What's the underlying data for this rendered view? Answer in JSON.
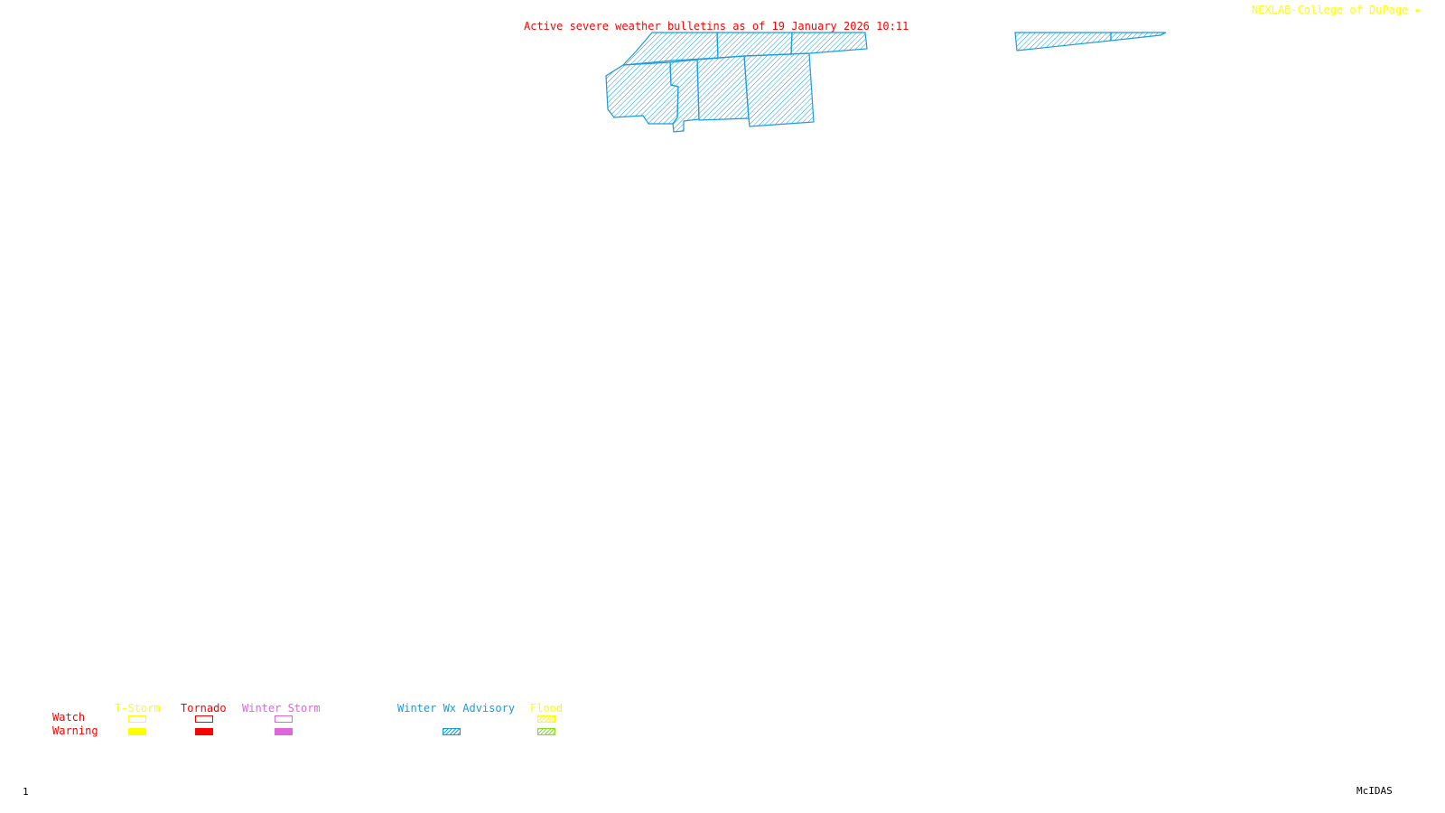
{
  "header": {
    "title": "Active severe weather bulletins as of 19 January 2026 10:11",
    "credit": "NEXLAB-College of DuPage"
  },
  "footer": {
    "frame_number": "1",
    "brand": "McIDAS"
  },
  "map": {
    "alert_shown": "Winter Wx Advisory",
    "alert_color": "#1a9be0"
  },
  "legend": {
    "row_labels": {
      "watch": "Watch",
      "warning": "Warning"
    },
    "row_label_color": "#ff0000",
    "categories": [
      {
        "name": "T-Storm",
        "color": "#ffff00",
        "watch_style": "outline",
        "warning_style": "filled"
      },
      {
        "name": "Tornado",
        "color": "#ff0000",
        "watch_style": "outline",
        "warning_style": "filled"
      },
      {
        "name": "Winter Storm",
        "color": "#dd66dd",
        "watch_style": "outline",
        "warning_style": "filled"
      },
      {
        "name": "Winter Wx Advisory",
        "color": "#1a9be0",
        "watch_style": "none",
        "warning_style": "hatched"
      },
      {
        "name": "Flood",
        "color": "#ffff00",
        "watch_style": "hatched",
        "warning_style": "hatched",
        "warning_color": "#88dd22"
      }
    ]
  }
}
